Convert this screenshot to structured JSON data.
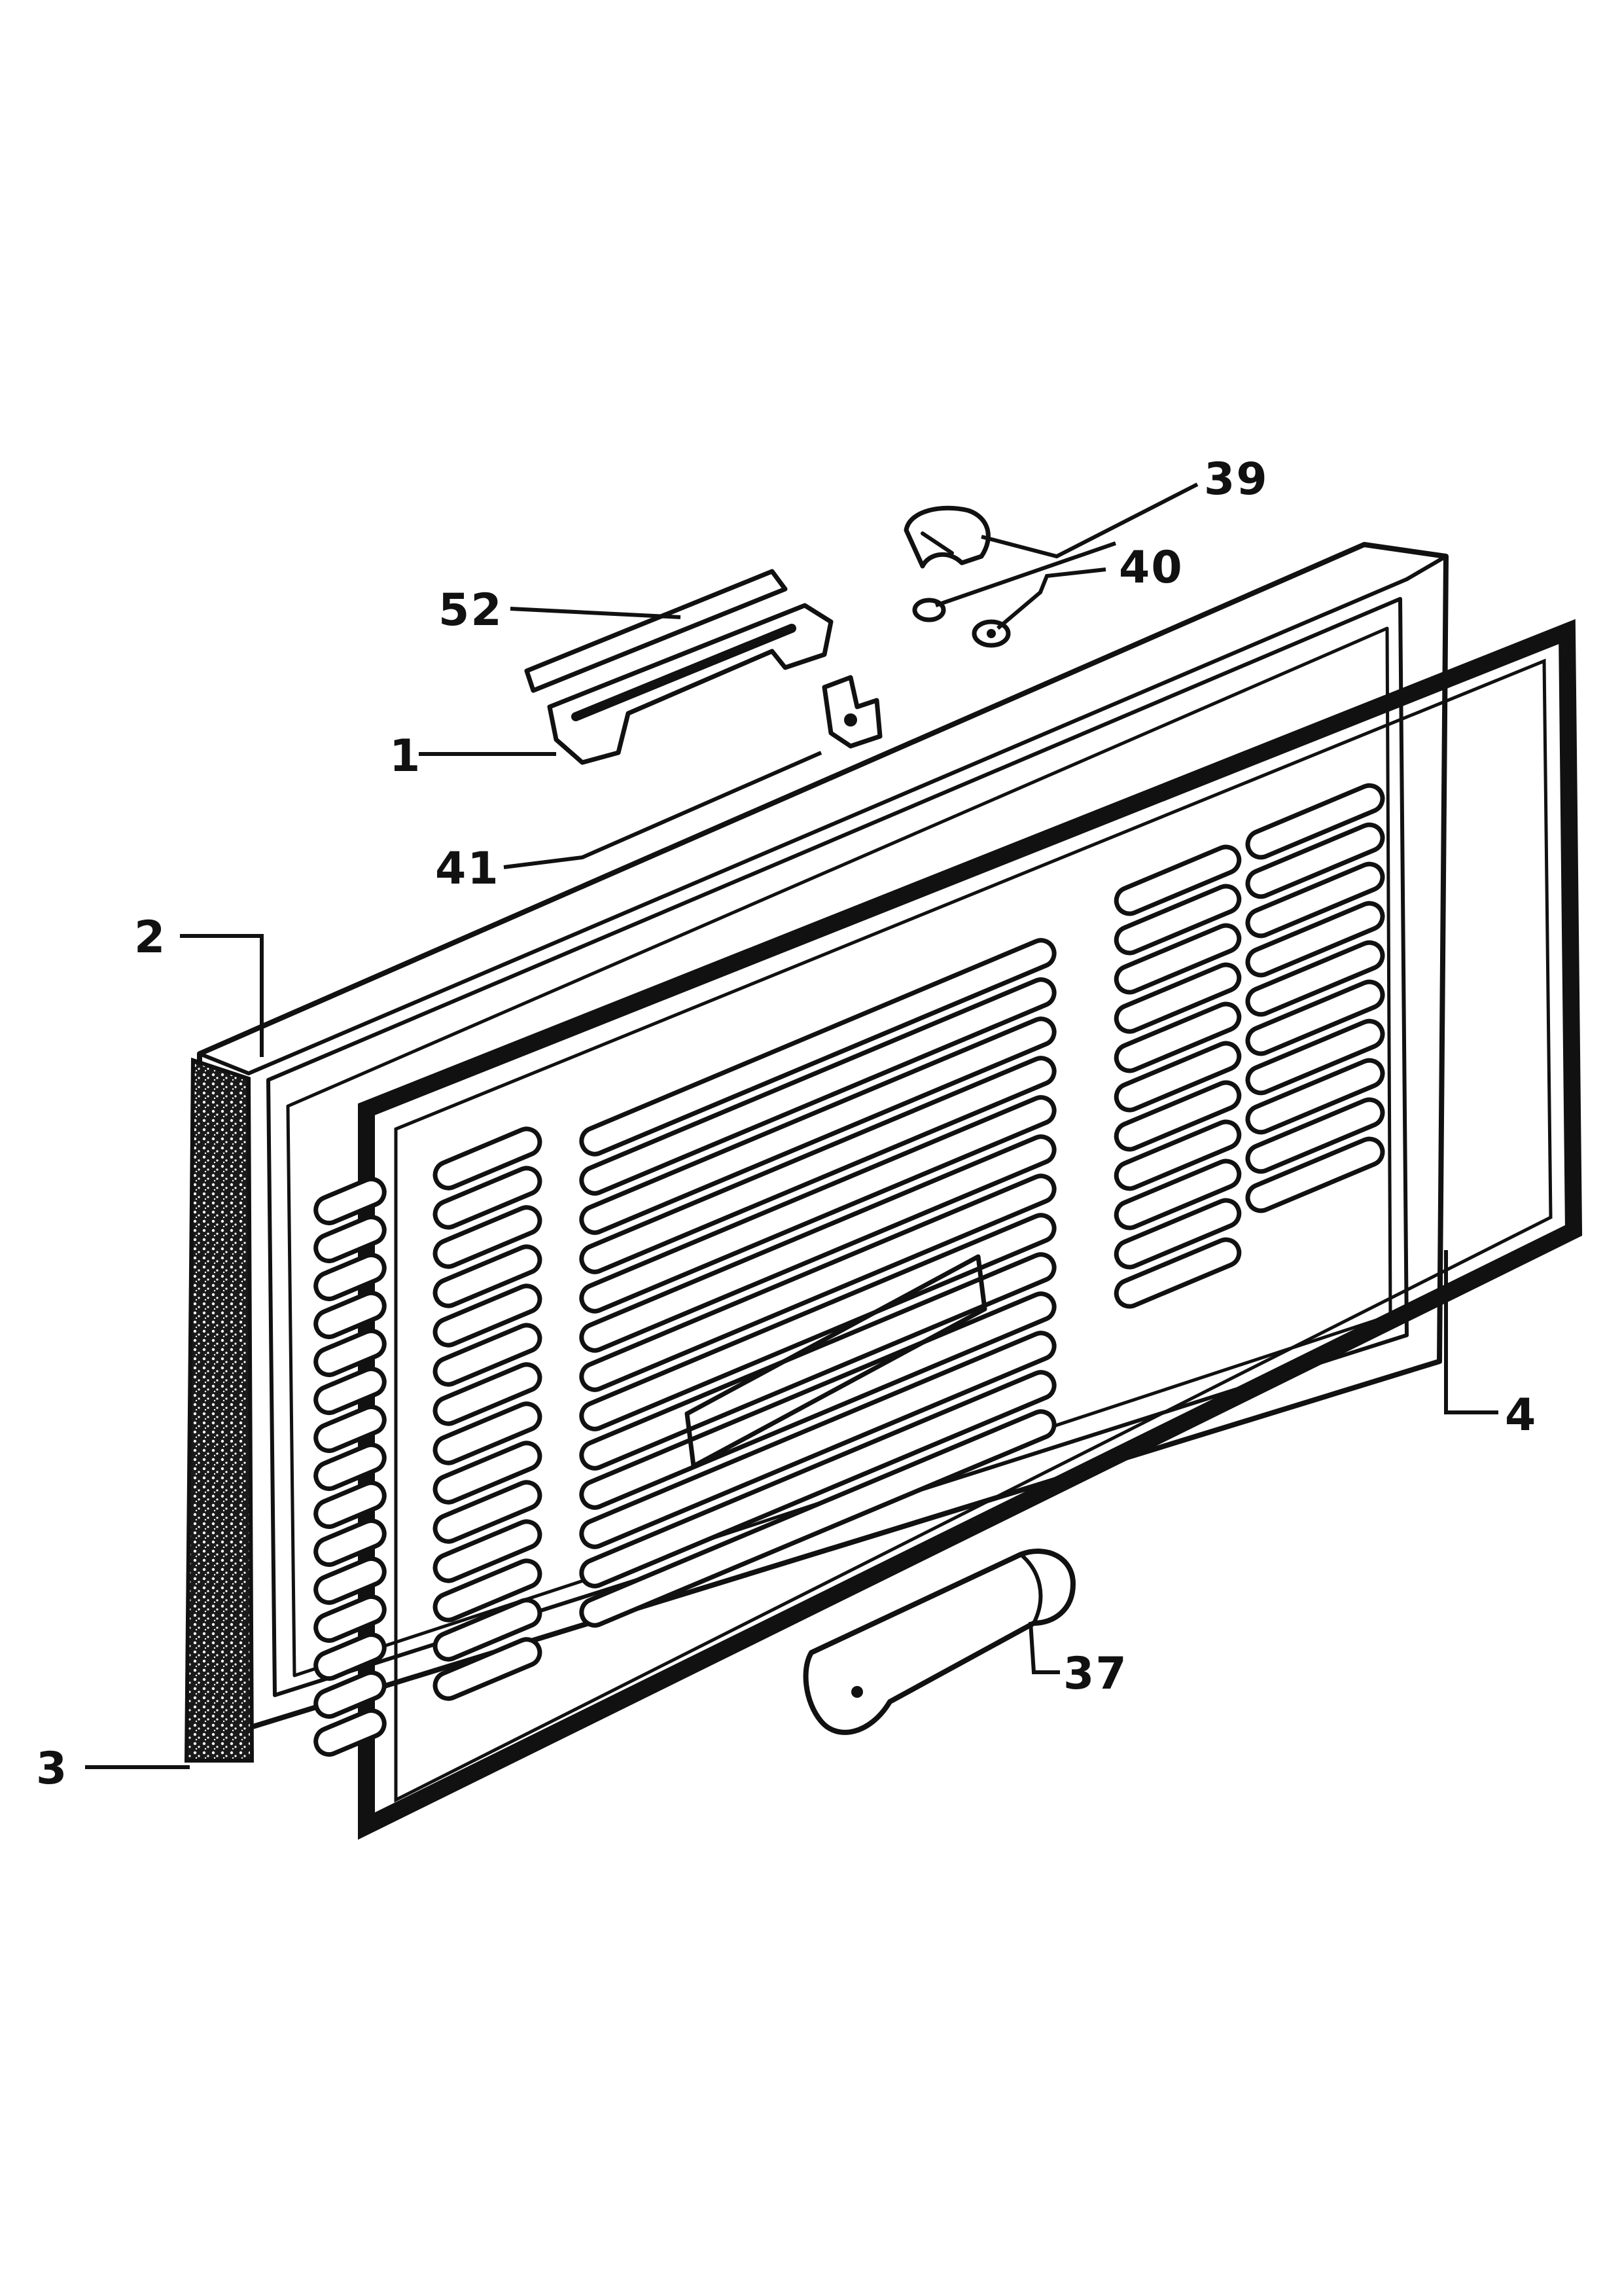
{
  "colors": {
    "ink": "#111111",
    "paper": "#ffffff",
    "gasket_fill": "#2a2a2a"
  },
  "callouts": {
    "p39": "39",
    "p40": "40",
    "p52": "52",
    "p1": "1",
    "p41": "41",
    "p2": "2",
    "p4": "4",
    "p3": "3",
    "p37": "37"
  }
}
